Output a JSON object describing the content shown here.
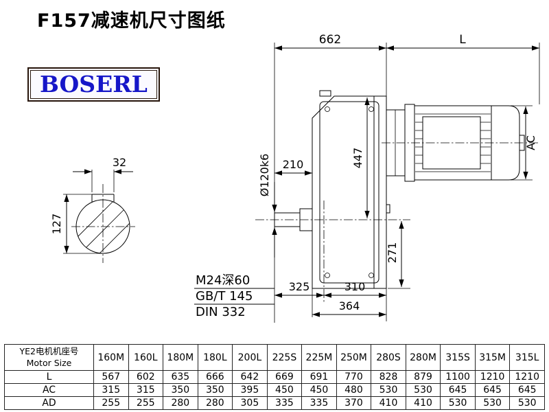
{
  "page": {
    "title": "F157减速机尺寸图纸"
  },
  "logo": {
    "text": "BOSERL",
    "text_color": "#1616c8",
    "border_color": "#26140a"
  },
  "drawing": {
    "dim_top_width": "662",
    "dim_motor_length": "L",
    "dim_motor_diameter": "AC",
    "dim_key_width": "32",
    "dim_key_height": "127",
    "dim_shaft_diameter": "Ø120k6",
    "dim_shaft_length": "210",
    "dim_height_upper": "447",
    "dim_height_lower": "271",
    "dim_bottom_left": "325",
    "dim_bottom_right": "310",
    "dim_base_width": "364",
    "note_tap": "M24深60",
    "note_standard_1": "GB/T 145",
    "note_standard_2": "DIN 332"
  },
  "table": {
    "header_line1": "YE2电机机座号",
    "header_line2": "Motor Size",
    "columns": [
      "160M",
      "160L",
      "180M",
      "180L",
      "200L",
      "225S",
      "225M",
      "250M",
      "280S",
      "280M",
      "315S",
      "315M",
      "315L"
    ],
    "rows": [
      {
        "label": "L",
        "values": [
          "567",
          "602",
          "635",
          "666",
          "642",
          "669",
          "691",
          "770",
          "828",
          "879",
          "1100",
          "1210",
          "1210"
        ]
      },
      {
        "label": "AC",
        "values": [
          "315",
          "315",
          "350",
          "350",
          "395",
          "450",
          "450",
          "480",
          "530",
          "530",
          "645",
          "645",
          "645"
        ]
      },
      {
        "label": "AD",
        "values": [
          "255",
          "255",
          "280",
          "280",
          "305",
          "335",
          "335",
          "370",
          "410",
          "410",
          "530",
          "530",
          "530"
        ]
      }
    ]
  }
}
